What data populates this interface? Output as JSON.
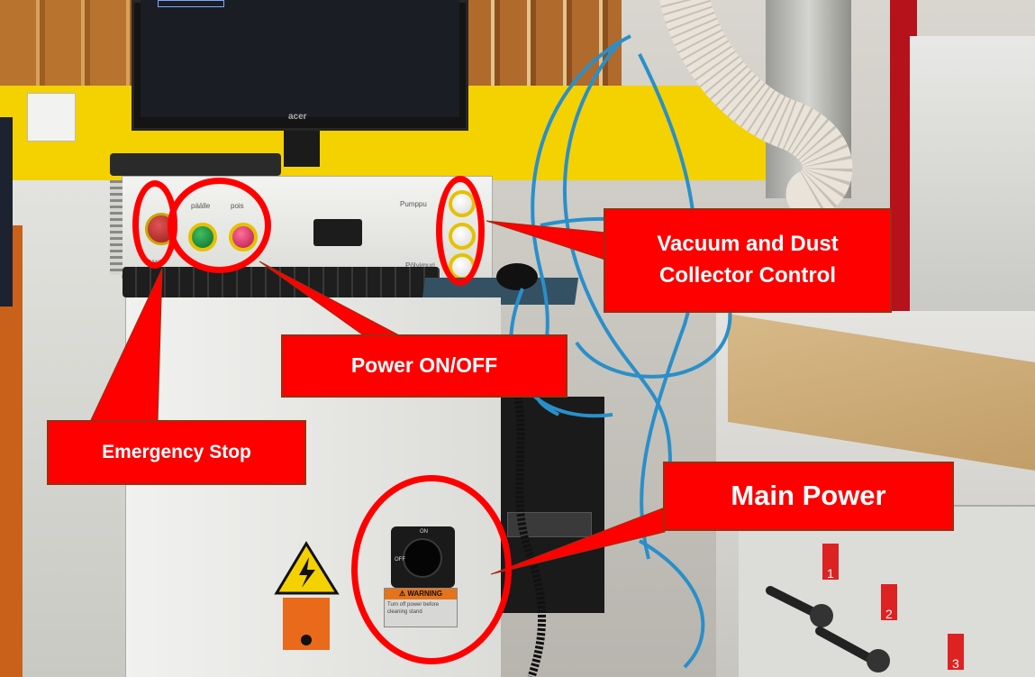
{
  "labels": {
    "vacuum_line1": "Vacuum and Dust",
    "vacuum_line2": "Collector Control",
    "power": "Power ON/OFF",
    "emergency": "Emergency Stop",
    "main_power": "Main Power"
  },
  "panel_text": {
    "paalle": "päälle",
    "pois": "pois",
    "seis": "Hätä",
    "pumppu": "Pumppu",
    "polyimuri": "Pölyimuri",
    "monitor_brand": "acer"
  },
  "warning_label": {
    "title": "WARNING",
    "body": "Turn off power before cleaning stand"
  },
  "switch_positions": {
    "on": "ON",
    "off": "OFF"
  },
  "machine_numbers": [
    "1",
    "2",
    "3"
  ],
  "colors": {
    "callout_fill": "#ff0000",
    "callout_border": "#9a2f12",
    "ring": "#ff0000",
    "yellow_wall": "#f4d100",
    "hose_blue": "#2a8fc9"
  }
}
